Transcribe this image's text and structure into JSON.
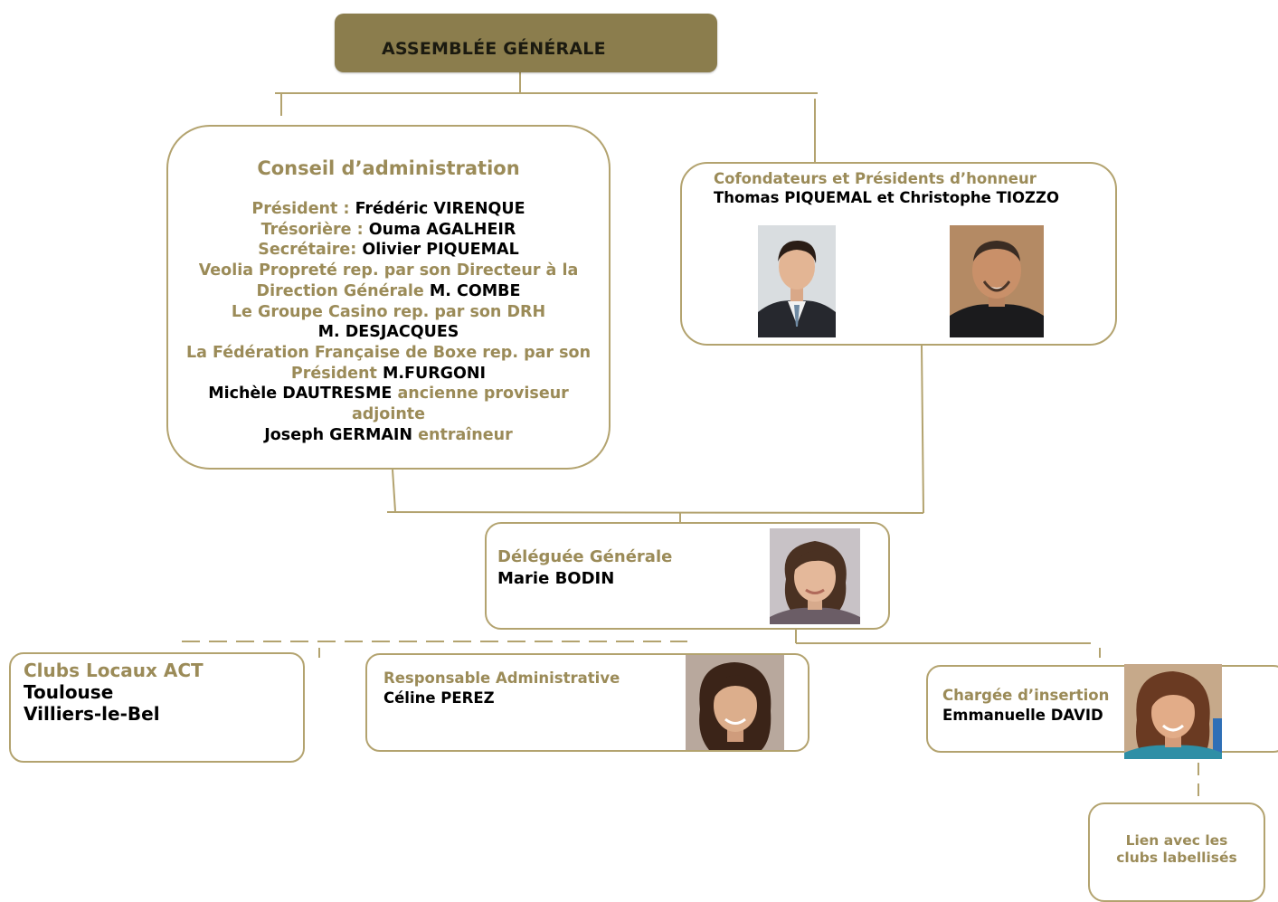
{
  "assemblee": {
    "title": "ASSEMBLÉE GÉNÉRALE"
  },
  "conseil": {
    "title": "Conseil d’administration",
    "lines": [
      [
        {
          "t": "Président : ",
          "c": "gold"
        },
        {
          "t": "Frédéric VIRENQUE",
          "c": "black"
        }
      ],
      [
        {
          "t": "Trésorière : ",
          "c": "gold"
        },
        {
          "t": "Ouma AGALHEIR",
          "c": "black"
        }
      ],
      [
        {
          "t": "Secrétaire: ",
          "c": "gold"
        },
        {
          "t": "Olivier PIQUEMAL",
          "c": "black"
        }
      ],
      [
        {
          "t": "Veolia Propreté rep. par son Directeur à la",
          "c": "gold"
        }
      ],
      [
        {
          "t": "Direction Générale ",
          "c": "gold"
        },
        {
          "t": "M. COMBE",
          "c": "black"
        }
      ],
      [
        {
          "t": "Le Groupe Casino rep. par son DRH",
          "c": "gold"
        }
      ],
      [
        {
          "t": "M. DESJACQUES",
          "c": "black"
        }
      ],
      [
        {
          "t": "La Fédération Française de Boxe rep. par son",
          "c": "gold"
        }
      ],
      [
        {
          "t": "Président ",
          "c": "gold"
        },
        {
          "t": "M.FURGONI",
          "c": "black"
        }
      ],
      [
        {
          "t": "Michèle DAUTRESME ",
          "c": "black"
        },
        {
          "t": "ancienne proviseur",
          "c": "gold"
        }
      ],
      [
        {
          "t": "adjointe",
          "c": "gold"
        }
      ],
      [
        {
          "t": "Joseph GERMAIN ",
          "c": "black"
        },
        {
          "t": "entraîneur",
          "c": "gold"
        }
      ]
    ]
  },
  "cofondateurs": {
    "title": "Cofondateurs et Présidents d’honneur",
    "names": "Thomas PIQUEMAL et Christophe TIOZZO"
  },
  "deleguee": {
    "title": "Déléguée Générale",
    "name": "Marie BODIN"
  },
  "clubs": {
    "title": "Clubs Locaux ACT",
    "cities": [
      "Toulouse",
      "Villiers-le-Bel"
    ]
  },
  "responsable": {
    "title": "Responsable Administrative",
    "name": "Céline PEREZ"
  },
  "chargee": {
    "title": "Chargée d’insertion",
    "name": "Emmanuelle DAVID"
  },
  "lien": {
    "text": "Lien avec les clubs labellisés"
  },
  "colors": {
    "gold": "#9b8b58",
    "line": "#b3a36f",
    "header_fill": "#8b7d4d"
  }
}
